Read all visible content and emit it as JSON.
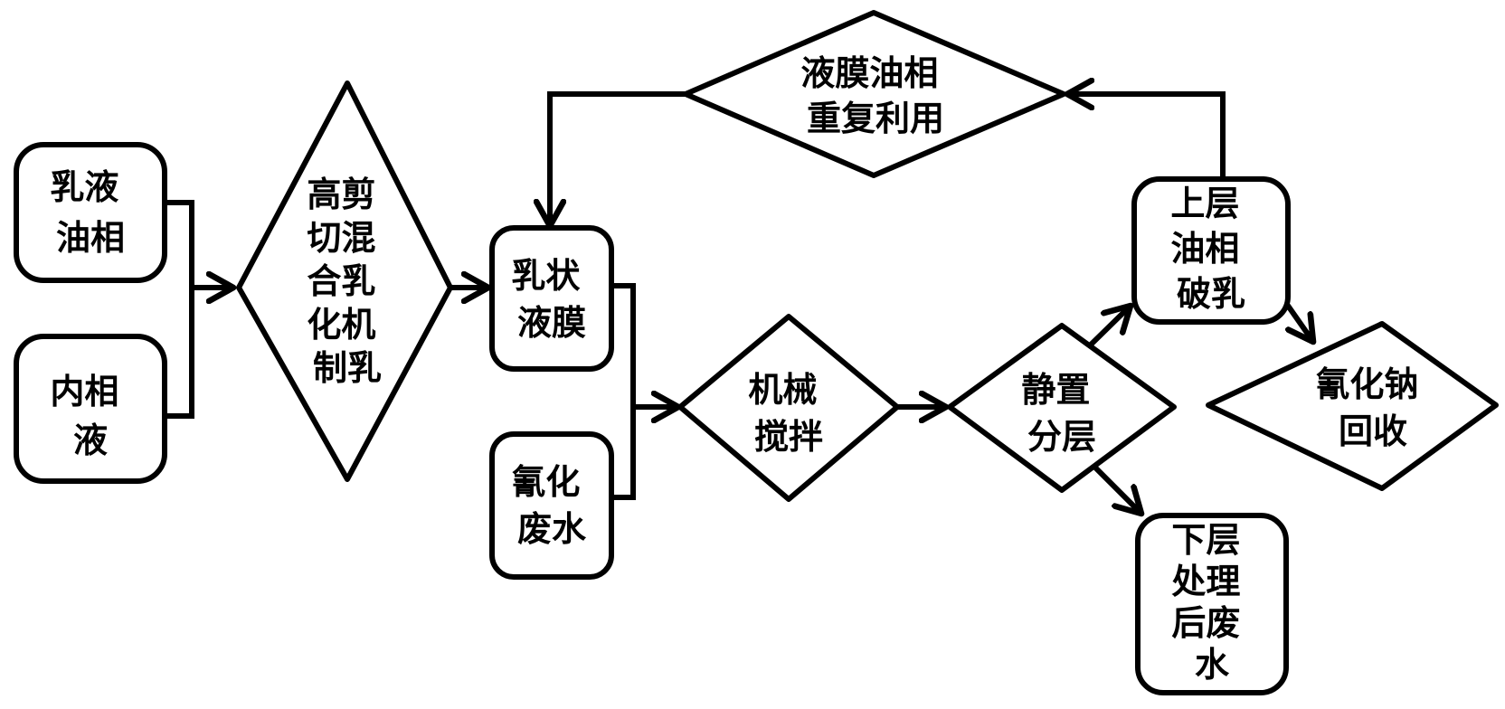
{
  "nodes": {
    "emulsion_oil_phase": {
      "lines": [
        "乳液",
        "油相"
      ]
    },
    "inner_phase_liquid": {
      "lines": [
        "内相",
        "液"
      ]
    },
    "high_shear_mixer": {
      "lines": [
        "高剪",
        "切混",
        "合乳",
        "化机",
        "制乳"
      ]
    },
    "emulsion_liquid_membrane": {
      "lines": [
        "乳状",
        "液膜"
      ]
    },
    "cyanide_wastewater": {
      "lines": [
        "氰化",
        "废水"
      ]
    },
    "mechanical_stirring": {
      "lines": [
        "机械",
        "搅拌"
      ]
    },
    "settling_separation": {
      "lines": [
        "静置",
        "分层"
      ]
    },
    "upper_oil_demulsify": {
      "lines": [
        "上层",
        "油相",
        "破乳"
      ]
    },
    "lower_treated_wastewater": {
      "lines": [
        "下层",
        "处理",
        "后废",
        "水"
      ]
    },
    "sodium_cyanide_recovery": {
      "lines": [
        "氰化钠",
        "回收"
      ]
    },
    "membrane_oil_reuse": {
      "lines": [
        "液膜油相",
        "重复利用"
      ]
    }
  }
}
